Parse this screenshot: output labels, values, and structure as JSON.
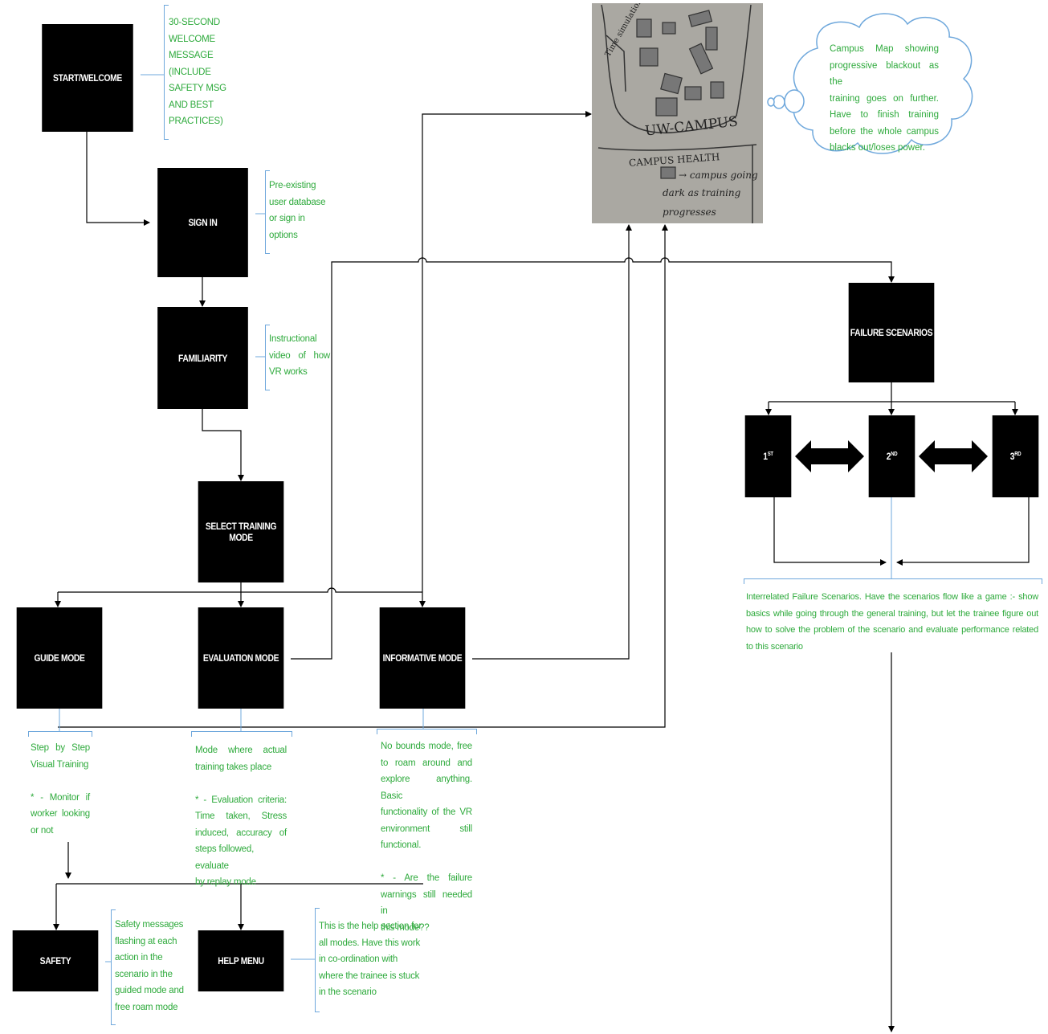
{
  "boxes": {
    "start": "START/WELCOME",
    "sign_in": "SIGN IN",
    "familiarity": "FAMILIARITY",
    "select_mode": "SELECT TRAINING MODE",
    "guide_mode": "GUIDE MODE",
    "evaluation_mode": "EVALUATION MODE",
    "informative_mode": "INFORMATIVE MODE",
    "safety": "SAFETY",
    "help_menu": "HELP MENU",
    "failure_scenarios": "FAILURE SCENARIOS",
    "first": {
      "num": "1",
      "sup": "ST"
    },
    "second": {
      "num": "2",
      "sup": "ND"
    },
    "third": {
      "num": "3",
      "sup": "RD"
    }
  },
  "notes": {
    "welcome": [
      "30-SECOND",
      "WELCOME",
      "MESSAGE",
      "(INCLUDE",
      "SAFETY MSG",
      "AND BEST",
      "PRACTICES)"
    ],
    "sign_in": [
      "Pre-existing",
      "user database",
      "or sign in",
      "options"
    ],
    "familiarity": [
      "Instructional",
      "video of how",
      "VR works"
    ],
    "guide": [
      "Step by Step",
      "Visual Training",
      "",
      "* - Monitor if",
      "worker looking",
      "or not"
    ],
    "evaluation": [
      "Mode where actual",
      "training takes place",
      "",
      "* - Evaluation criteria:",
      "Time taken, Stress",
      "induced, accuracy of",
      "steps followed, evaluate",
      "by replay mode"
    ],
    "informative": [
      "No bounds mode, free",
      "to roam around and",
      "explore anything. Basic",
      "functionality of the VR",
      "environment still",
      "functional.",
      "",
      "* - Are the failure",
      "warnings still needed in",
      "this mode??"
    ],
    "safety": [
      "Safety messages",
      "flashing at each",
      "action in the",
      "scenario in the",
      "guided mode and",
      "free roam mode"
    ],
    "help": [
      "This is the help section for",
      "all modes. Have this work",
      "in co-ordination with",
      "where the trainee is stuck",
      "in the scenario"
    ],
    "failure": [
      "Interrelated Failure Scenarios. Have the scenarios flow like a game :- show",
      "basics while going through the general training, but let the trainee figure out",
      "how to solve the problem of the scenario and evaluate performance related",
      "to this scenario"
    ]
  },
  "cloud": [
    "Campus Map showing",
    "progressive blackout as the",
    "training goes on further.",
    "Have to finish training",
    "before the whole campus",
    "blacks out/loses power."
  ],
  "sketch": {
    "title": "UW-CAMPUS",
    "health": "CAMPUS HEALTH",
    "time_label": "Time simulation",
    "legend_1": "→ campus going",
    "legend_2": "dark as training",
    "legend_3": "progresses"
  },
  "colors": {
    "box_fill": "#000000",
    "note_text": "#2eaa3c",
    "bracket": "#6fa8dc",
    "connector": "#000000"
  }
}
